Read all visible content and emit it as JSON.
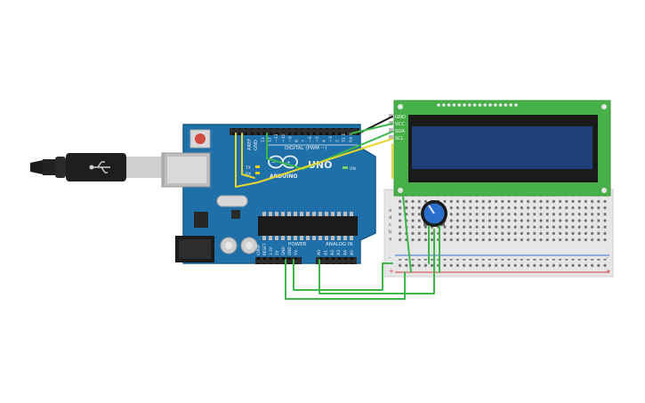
{
  "colors": {
    "board": "#1f6fa8",
    "board_edge": "#175a8a",
    "header": "#2b2b2b",
    "wire_green": "#3cb84a",
    "wire_yellow": "#e8d52e",
    "wire_black": "#1a1a1a",
    "lcd_pcb": "#47b049",
    "lcd_screen": "#1e3f7a",
    "breadboard": "#e6e6e6",
    "rail_red": "#d83b3b",
    "rail_blue": "#3a6fd1",
    "pot_knob": "#2a6fc9"
  },
  "arduino": {
    "brand": "ARDUINO",
    "model": "UNO",
    "digital_label": "DIGITAL (PWM ~)",
    "aref": "AREF",
    "gnd": "GND",
    "digital_pins": [
      "13",
      "12",
      "~11",
      "~10",
      "~9",
      "8",
      "7",
      "~6",
      "~5",
      "4",
      "~3",
      "2",
      "TX 1",
      "RX 0"
    ],
    "tx": "TX",
    "rx": "RX",
    "on": "ON",
    "power_label": "POWER",
    "analog_label": "ANALOG IN",
    "power_pins": [
      "IOREF",
      "RESET",
      "3.3V",
      "5V",
      "GND",
      "GND",
      "Vin"
    ],
    "analog_pins": [
      "A0",
      "A1",
      "A2",
      "A3",
      "A4",
      "A5"
    ]
  },
  "lcd": {
    "pins": [
      "GND",
      "VCC",
      "SDA",
      "SCL"
    ]
  },
  "breadboard": {
    "row_letters": [
      "a",
      "b",
      "c",
      "d",
      "e"
    ],
    "rail_plus": "+",
    "rail_minus": "-"
  },
  "usb_cable": {
    "icon": "usb-icon"
  }
}
